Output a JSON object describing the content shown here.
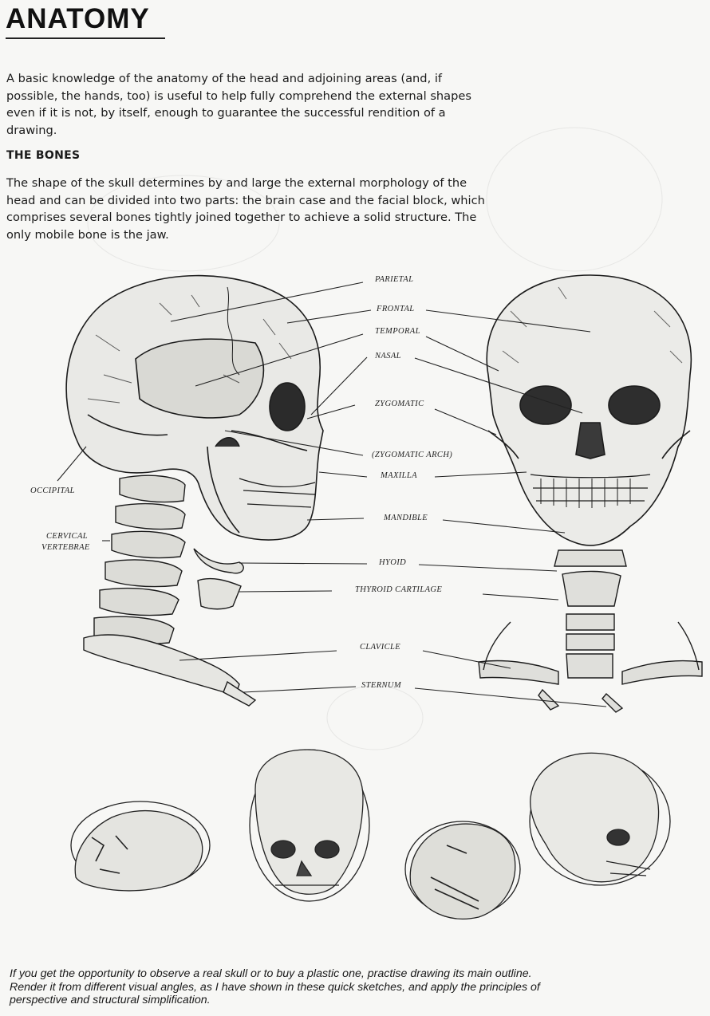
{
  "title": "ANATOMY",
  "intro": "A basic knowledge of the anatomy of the head and adjoining areas (and, if possible, the hands, too) is useful to help fully comprehend the external shapes even if it is not, by itself, enough to guarantee the successful rendition of a drawing.",
  "bones": {
    "heading": "THE BONES",
    "text": "The shape of the skull determines by and large the external morphology of the head and can be divided into two parts: the brain case and the facial block, which comprises several bones tightly joined together to achieve a solid structure. The only mobile bone is the jaw."
  },
  "labels": {
    "parietal": "PARIETAL",
    "frontal": "FRONTAL",
    "temporal": "TEMPORAL",
    "nasal": "NASAL",
    "zygomatic": "ZYGOMATIC",
    "zygomatic_arch": "(ZYGOMATIC ARCH)",
    "maxilla": "MAXILLA",
    "mandible": "MANDIBLE",
    "hyoid": "HYOID",
    "thyroid_cartilage": "THYROID CARTILAGE",
    "clavicle": "CLAVICLE",
    "sternum": "STERNUM",
    "occipital": "OCCIPITAL",
    "cervical_1": "CERVICAL",
    "cervical_2": "VERTEBRAE"
  },
  "caption": "If you get the opportunity to observe a real skull or to buy a plastic one, practise drawing its main outline. Render it from different visual angles, as I have shown in these quick sketches, and apply the principles of perspective and structural simplification."
}
